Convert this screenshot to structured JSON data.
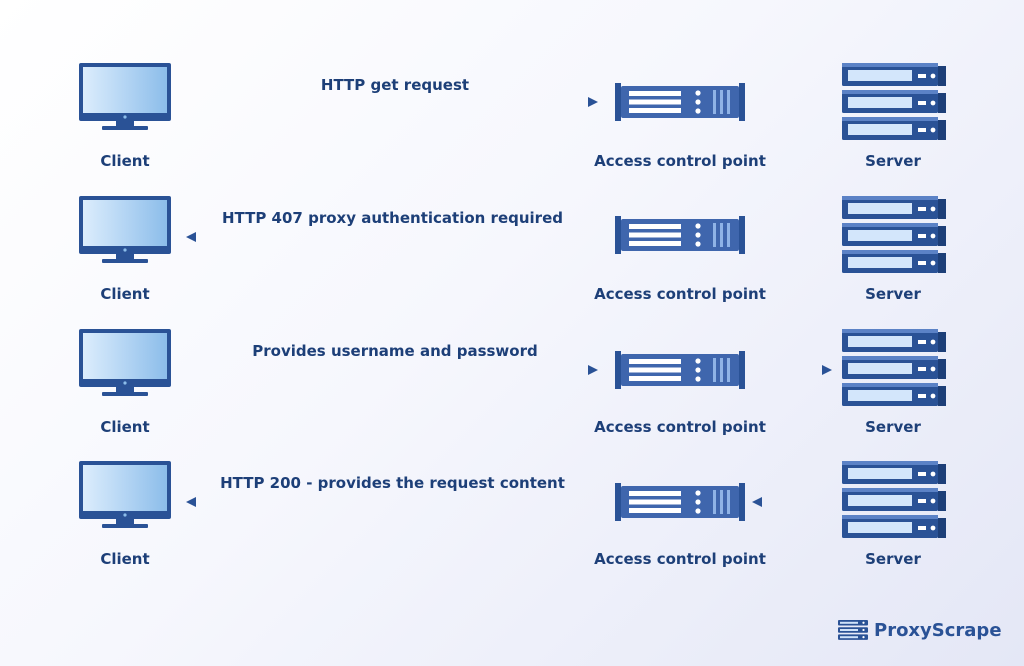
{
  "rows": [
    {
      "client": "Client",
      "access_point": "Access control point",
      "server": "Server",
      "message": "HTTP get request"
    },
    {
      "client": "Client",
      "access_point": "Access control point",
      "server": "Server",
      "message": "HTTP 407 proxy authentication required"
    },
    {
      "client": "Client",
      "access_point": "Access control point",
      "server": "Server",
      "message": "Provides username and password"
    },
    {
      "client": "Client",
      "access_point": "Access control point",
      "server": "Server",
      "message": "HTTP 200 - provides the request content"
    }
  ],
  "brand": {
    "name": "ProxyScrape"
  },
  "colors": {
    "primary": "#2a5296",
    "dark": "#1d3f78",
    "screen_light": "#d8ebff",
    "screen_dark": "#8fc0ee"
  }
}
